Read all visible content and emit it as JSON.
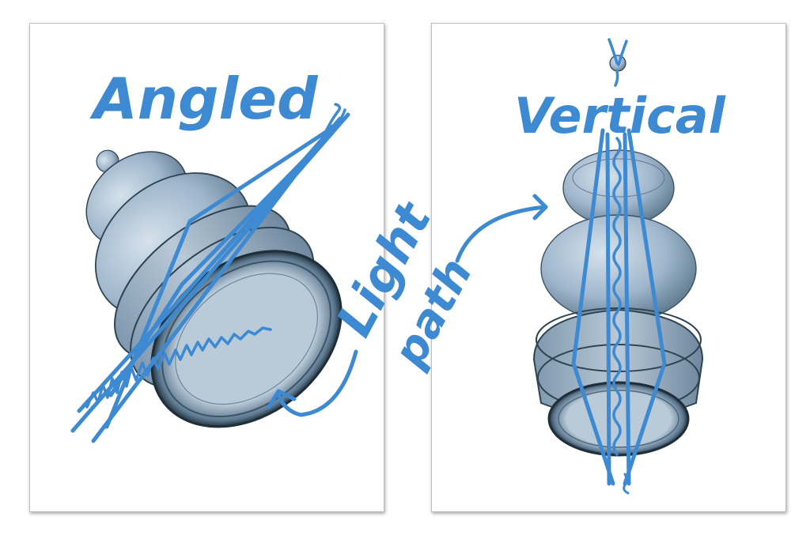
{
  "labels": {
    "angled": "Angled",
    "vertical": "Vertical",
    "light": "Light",
    "path": "path"
  },
  "colors": {
    "ink": "#3d8ad2",
    "glass_fill": "#9fb6cc",
    "glass_dark": "#3c5466",
    "glass_edge": "#2e4452"
  }
}
